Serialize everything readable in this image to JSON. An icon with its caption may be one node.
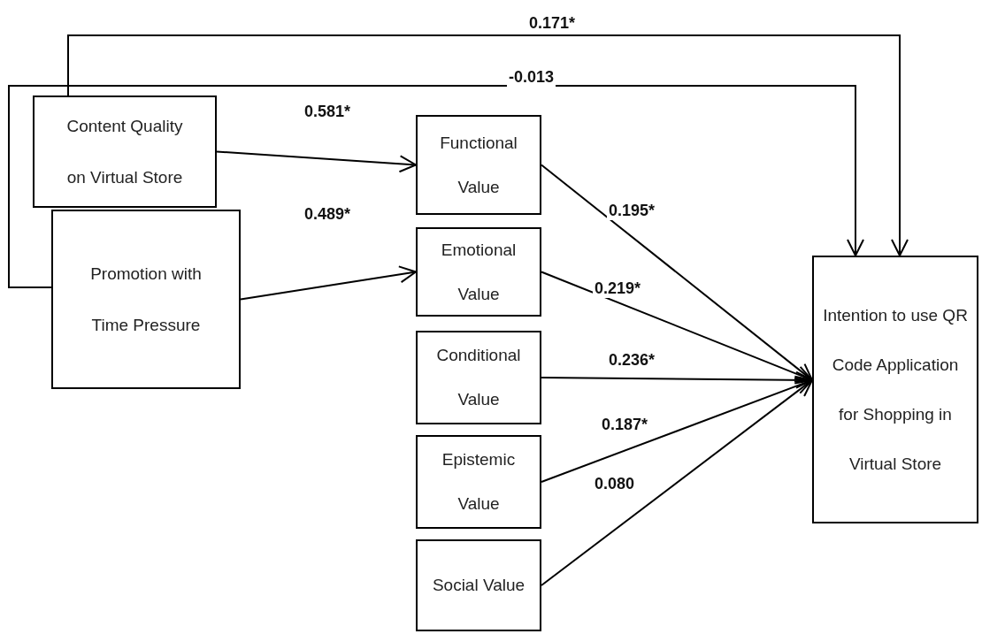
{
  "diagram": {
    "nodes": [
      {
        "text": [
          "Content Quality on Virtual Store"
        ]
      },
      {
        "text": [
          "Promotion with Time Pressure"
        ]
      },
      {
        "text": [
          "Functional Value"
        ]
      },
      {
        "text": [
          "Emotional Value"
        ]
      },
      {
        "text": [
          "Conditional Value"
        ]
      },
      {
        "text": [
          "Epistemic Value"
        ]
      },
      {
        "text": [
          "Social Value"
        ]
      },
      {
        "text": [
          "Intention to use QR Code Application for Shopping in Virtual Store"
        ]
      }
    ],
    "edges": [
      {
        "from": 0,
        "to": 2,
        "arrow": "to",
        "label": "0.581*"
      },
      {
        "from": 1,
        "to": 3,
        "arrow": "to",
        "label": "0.489*"
      },
      {
        "from": 2,
        "to": 7,
        "arrow": "to",
        "label": "0.195*"
      },
      {
        "from": 3,
        "to": 7,
        "arrow": "to",
        "label": "0.219*"
      },
      {
        "from": 4,
        "to": 7,
        "arrow": "to",
        "label": "0.236*"
      },
      {
        "from": 5,
        "to": 7,
        "arrow": "to",
        "label": "0.187*"
      },
      {
        "from": 6,
        "to": 7,
        "arrow": "to",
        "label": "0.080"
      },
      {
        "from": 0,
        "to": 7,
        "arrow": "to",
        "label": "0.171*"
      },
      {
        "from": 1,
        "to": 7,
        "arrow": "to",
        "label": "-0.013"
      }
    ]
  }
}
